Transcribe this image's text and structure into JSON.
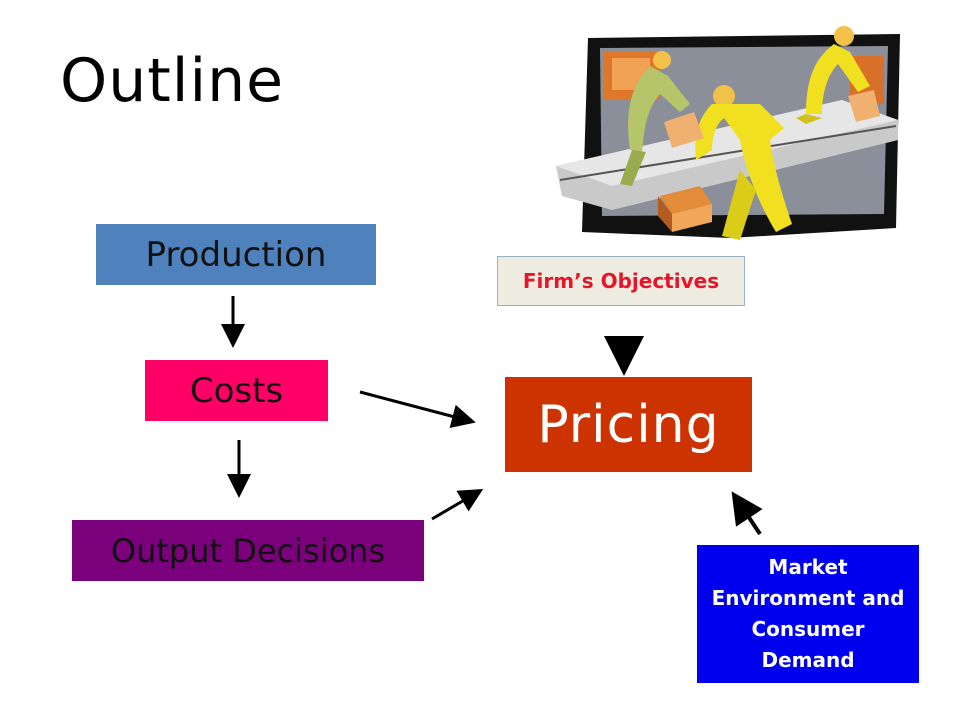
{
  "title": "Outline",
  "nodes": {
    "production": "Production",
    "costs": "Costs",
    "output": "Output Decisions",
    "pricing": "Pricing",
    "objectives": "Firm’s Objectives",
    "market": "Market Environment and Consumer Demand"
  },
  "colors": {
    "production": "#4f81bd",
    "costs": "#ff0066",
    "output": "#7b007b",
    "pricing": "#cc3300",
    "objectives_bg": "#eeece1",
    "objectives_text": "#e8142a",
    "market": "#0000ee"
  },
  "icons": {
    "clipart": "factory-workers-conveyor-icon"
  }
}
